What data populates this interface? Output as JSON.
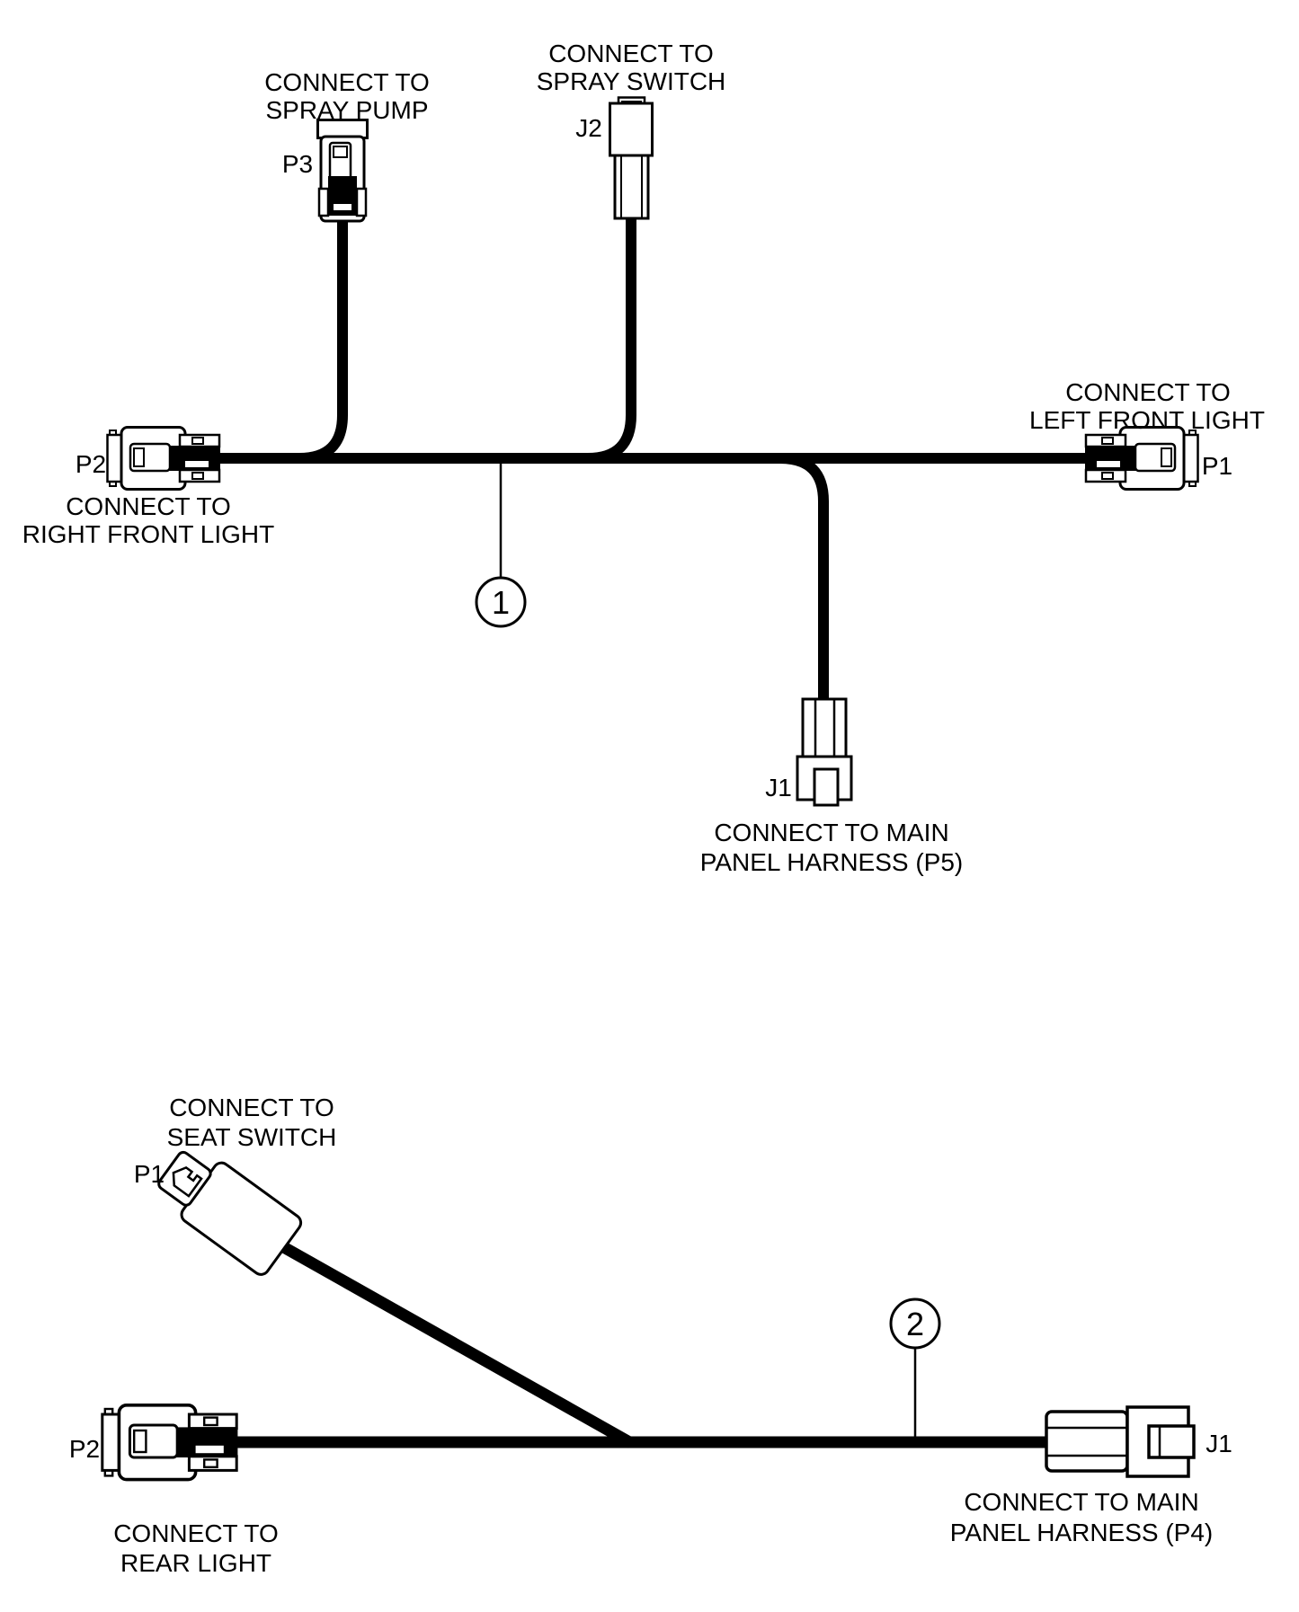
{
  "figure": {
    "bg_color": "#ffffff",
    "line_color": "#000000",
    "type": "wiring-harness-diagram"
  },
  "harness1": {
    "callout": "1",
    "spray_pump": {
      "id": "P3",
      "caption1": "CONNECT TO",
      "caption2": "SPRAY PUMP"
    },
    "spray_switch": {
      "id": "J2",
      "caption1": "CONNECT TO",
      "caption2": "SPRAY SWITCH"
    },
    "right_front_light": {
      "id": "P2",
      "caption1": "CONNECT TO",
      "caption2": "RIGHT FRONT LIGHT"
    },
    "left_front_light": {
      "id": "P1",
      "caption1": "CONNECT TO",
      "caption2": "LEFT FRONT LIGHT"
    },
    "main_panel": {
      "id": "J1",
      "caption1": "CONNECT TO MAIN",
      "caption2": "PANEL HARNESS (P5)"
    }
  },
  "harness2": {
    "callout": "2",
    "seat_switch": {
      "id": "P1",
      "caption1": "CONNECT TO",
      "caption2": "SEAT SWITCH"
    },
    "rear_light": {
      "id": "P2",
      "caption1": "CONNECT TO",
      "caption2": "REAR LIGHT"
    },
    "main_panel": {
      "id": "J1",
      "caption1": "CONNECT TO MAIN",
      "caption2": "PANEL HARNESS (P4)"
    }
  }
}
